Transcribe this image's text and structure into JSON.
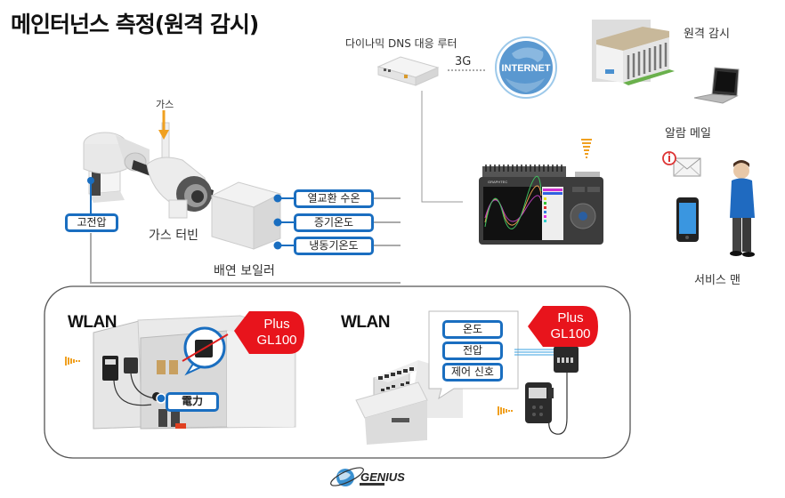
{
  "title": "메인터넌스 측정(원격 감시)",
  "network": {
    "router_label": "다이나믹 DNS 대응 루터",
    "link_label": "3G",
    "internet_label": "INTERNET"
  },
  "remote": {
    "monitor_label": "원격 감시",
    "alarm_label": "알람 메일",
    "service_label": "서비스 맨"
  },
  "plant": {
    "gas_label": "가스",
    "turbine_label": "가스 터빈",
    "boiler_label": "배연 보일러",
    "generator_tag": "고전압",
    "boiler_tags": [
      "열교환 수온",
      "증기온도",
      "냉동기온도"
    ]
  },
  "logger": {
    "brand": "GRAPHTEC"
  },
  "wlan_panel": {
    "left": {
      "heading": "WLAN",
      "badge_line1": "Plus",
      "badge_line2": "GL100",
      "tag": "電力"
    },
    "right": {
      "heading": "WLAN",
      "badge_line1": "Plus",
      "badge_line2": "GL100",
      "tags": [
        "온도",
        "전압",
        "제어 신호"
      ]
    }
  },
  "footer": {
    "logo_text": "GENIUS"
  },
  "colors": {
    "tag_border": "#1a6ec0",
    "badge_red": "#e8141c",
    "gas_arrow": "#f0a020",
    "line_gray": "#aaaaaa"
  }
}
